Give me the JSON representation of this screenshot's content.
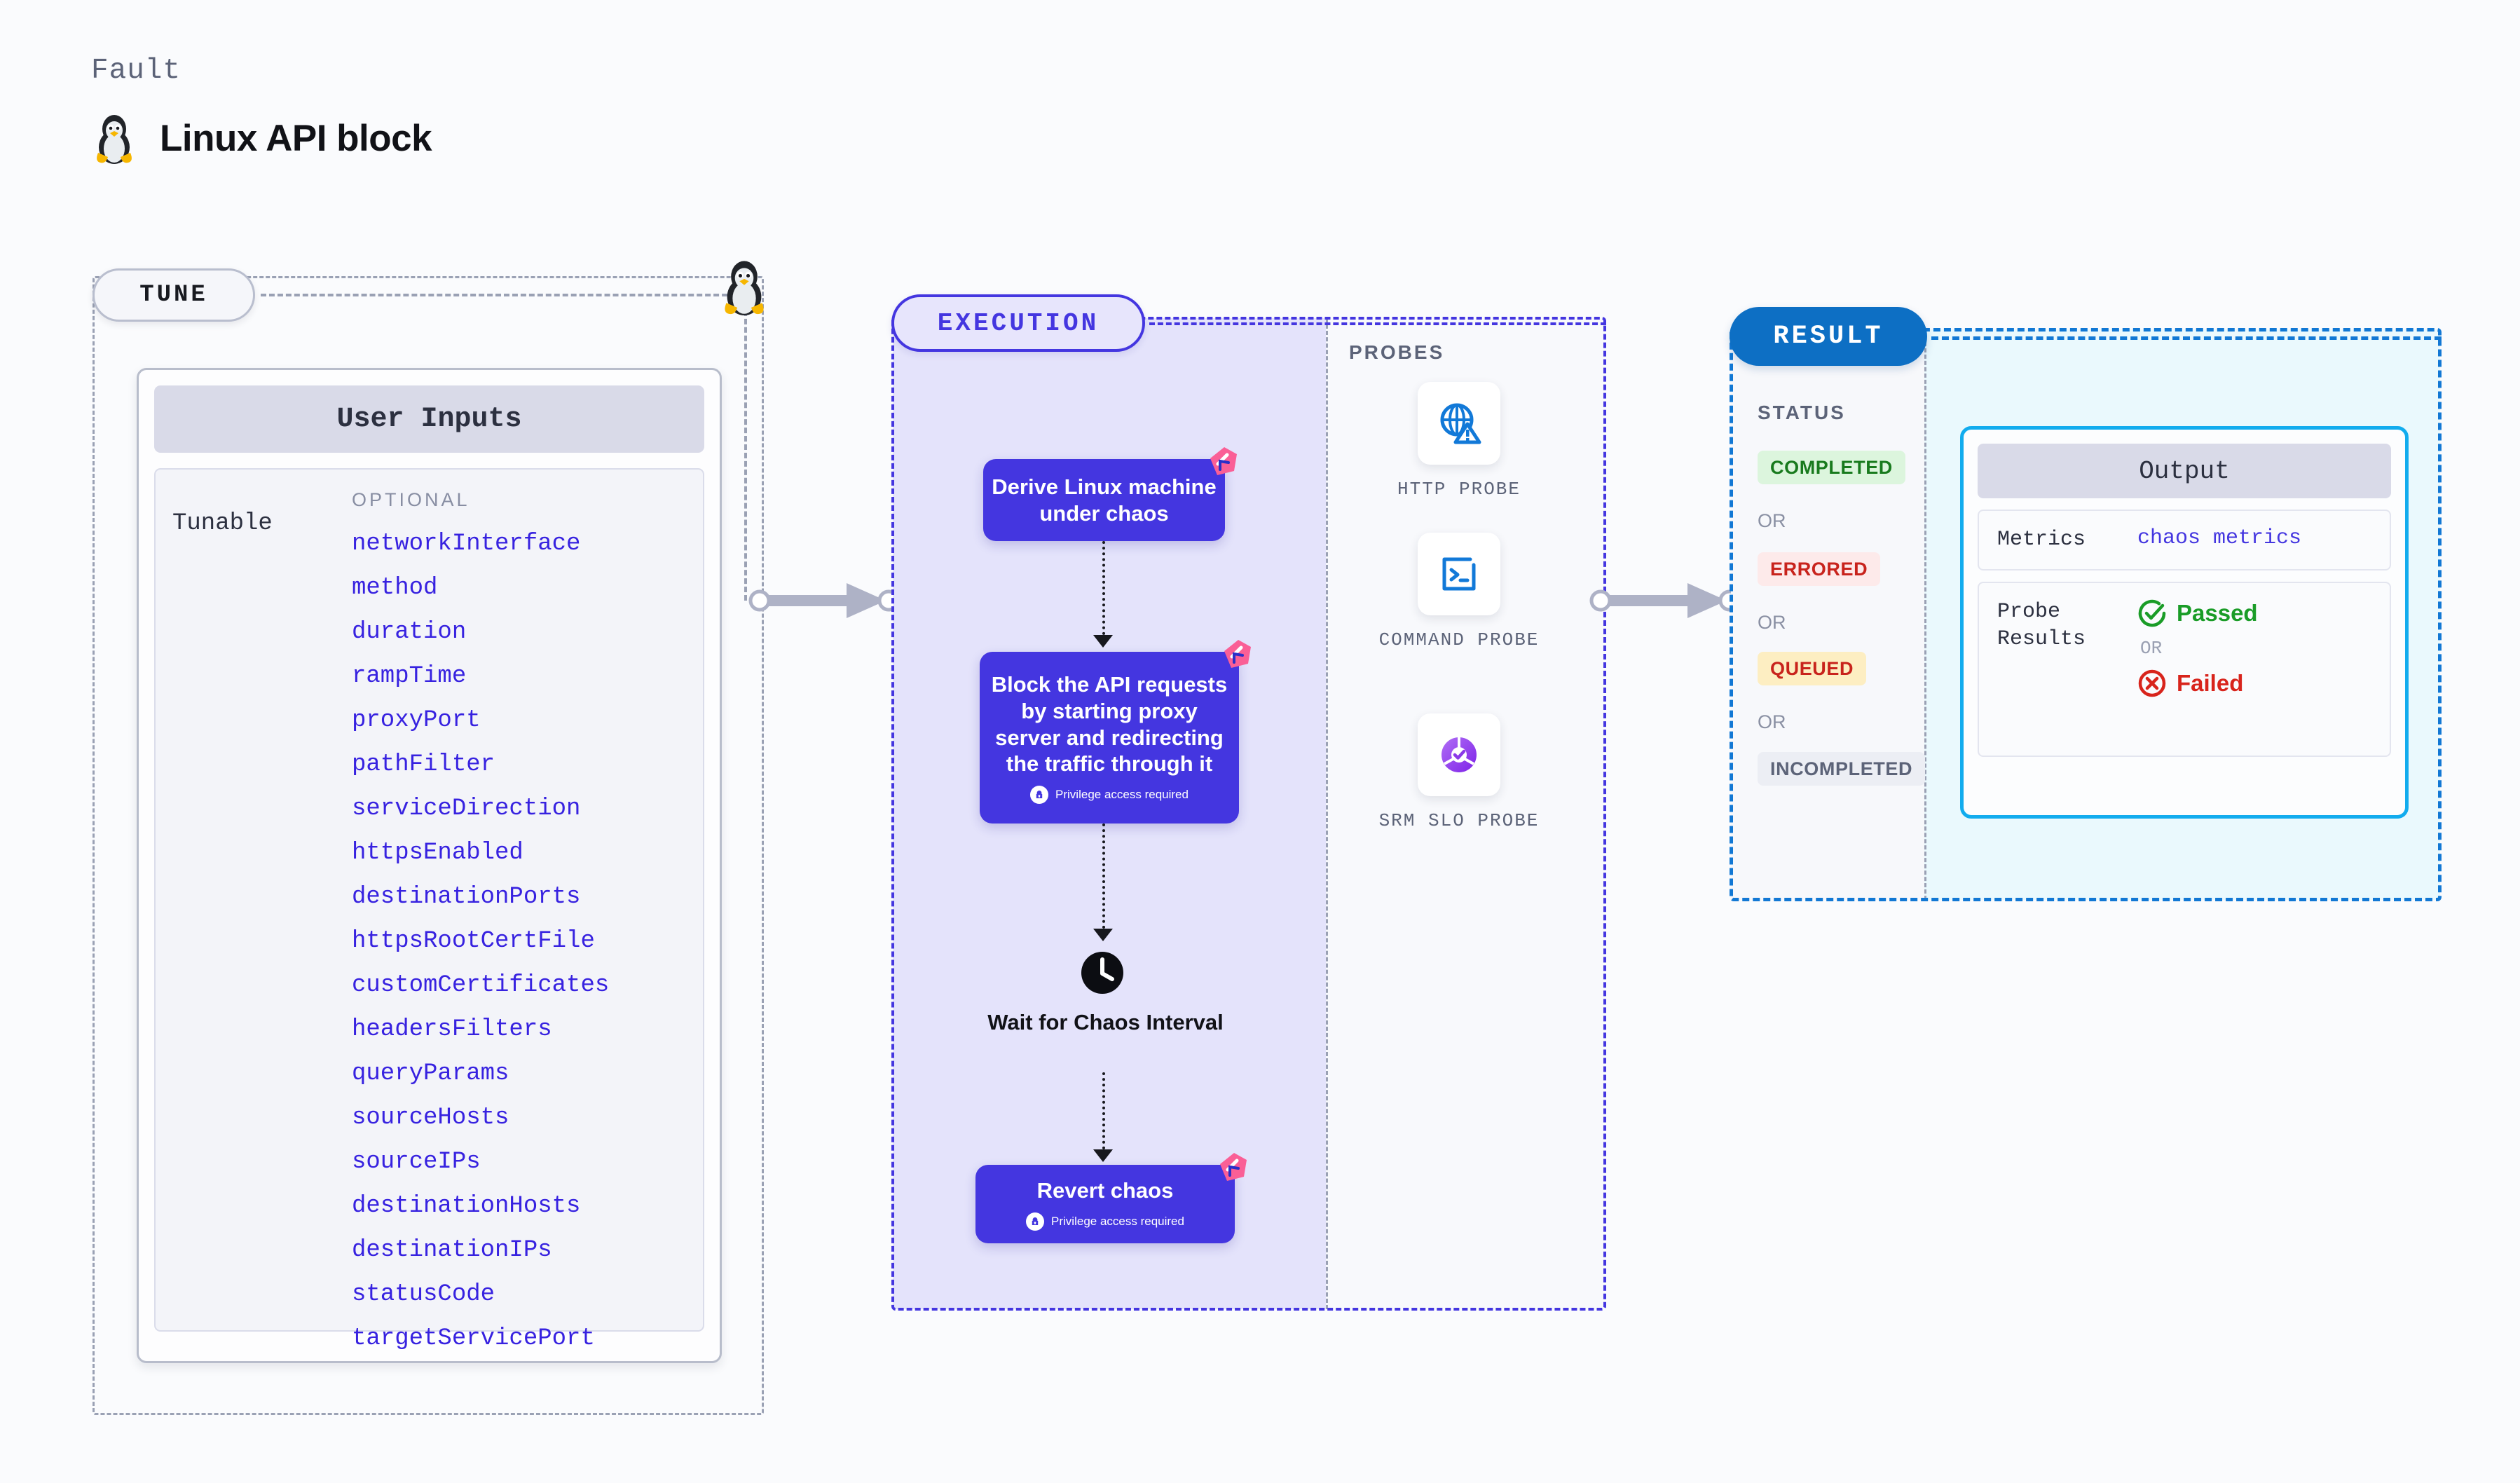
{
  "header": {
    "kicker": "Fault",
    "title": "Linux API block",
    "icon": "tux-penguin-icon"
  },
  "tune": {
    "chip_label": "TUNE",
    "card_title": "User Inputs",
    "tunable_label": "Tunable",
    "optional_label": "OPTIONAL",
    "params": [
      "networkInterface",
      "method",
      "duration",
      "rampTime",
      "proxyPort",
      "pathFilter",
      "serviceDirection",
      "httpsEnabled",
      "destinationPorts",
      "httpsRootCertFile",
      "customCertificates",
      "headersFilters",
      "queryParams",
      "sourceHosts",
      "sourceIPs",
      "destinationHosts",
      "destinationIPs",
      "statusCode",
      "targetServicePort"
    ]
  },
  "execution": {
    "chip_label": "EXECUTION",
    "nodes": [
      {
        "text": "Derive Linux machine under chaos",
        "privilege": null,
        "badge": true
      },
      {
        "text": "Block the API requests by starting proxy server and redirecting the traffic through it",
        "privilege": "Privilege access required",
        "badge": true
      },
      {
        "text": "Revert chaos",
        "privilege": "Privilege access required",
        "badge": true
      }
    ],
    "wait": {
      "label": "Wait for Chaos Interval",
      "icon": "clock-icon"
    }
  },
  "probes": {
    "title": "PROBES",
    "items": [
      {
        "label": "HTTP PROBE",
        "icon": "globe-warning-icon"
      },
      {
        "label": "COMMAND PROBE",
        "icon": "terminal-icon"
      },
      {
        "label": "SRM SLO PROBE",
        "icon": "slo-donut-check-icon"
      }
    ]
  },
  "result": {
    "chip_label": "RESULT",
    "status_title": "STATUS",
    "or_label": "OR",
    "statuses": [
      {
        "label": "COMPLETED",
        "bg": "#dcf5dd",
        "fg": "#187a1d"
      },
      {
        "label": "ERRORED",
        "bg": "#fdeaea",
        "fg": "#c8231c"
      },
      {
        "label": "QUEUED",
        "bg": "#fdeec2",
        "fg": "#c8231c"
      },
      {
        "label": "INCOMPLETED",
        "bg": "#eceef4",
        "fg": "#5c6378"
      }
    ],
    "output": {
      "title": "Output",
      "metrics_key": "Metrics",
      "metrics_value": "chaos metrics",
      "probe_key": "Probe Results",
      "passed_label": "Passed",
      "or_label": "OR",
      "failed_label": "Failed"
    }
  },
  "colors": {
    "indigo": "#4436e0",
    "result_blue": "#0d6fc4",
    "output_cyan": "#12acee",
    "pink_badge": "#fa5f96",
    "param_blue": "#3722e0"
  }
}
